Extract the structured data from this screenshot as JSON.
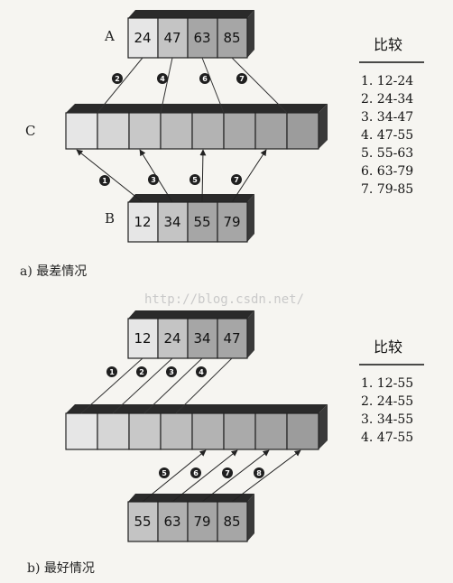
{
  "watermark": "http://blog.csdn.net/",
  "diagrams": [
    {
      "caption": "a) 最差情况",
      "label_a": "A",
      "label_b": "B",
      "label_c": "C",
      "array_a": [
        "24",
        "47",
        "63",
        "85"
      ],
      "array_b": [
        "12",
        "34",
        "55",
        "79"
      ],
      "c_cells": 8,
      "comparison_title": "比较",
      "comparisons": [
        "1. 12-24",
        "2. 24-34",
        "3. 34-47",
        "4. 47-55",
        "5. 55-63",
        "6. 63-79",
        "7. 79-85"
      ],
      "step_labels": [
        "1",
        "2",
        "3",
        "4",
        "5",
        "6",
        "7"
      ]
    },
    {
      "caption": "b) 最好情况",
      "array_a": [
        "12",
        "24",
        "34",
        "47"
      ],
      "array_b": [
        "55",
        "63",
        "79",
        "85"
      ],
      "c_cells": 8,
      "comparison_title": "比较",
      "comparisons": [
        "1. 12-55",
        "2. 24-55",
        "3. 34-55",
        "4. 47-55"
      ],
      "step_labels": [
        "1",
        "2",
        "3",
        "4",
        "5",
        "6",
        "7",
        "8"
      ]
    }
  ],
  "colors": {
    "cell_light": "#e6e6e6",
    "cell_mid": "#c4c4c4",
    "cell_dark": "#a6a6a6",
    "box_top": "#2a2a2a",
    "badge": "#1f1f1f",
    "line": "#333333"
  }
}
